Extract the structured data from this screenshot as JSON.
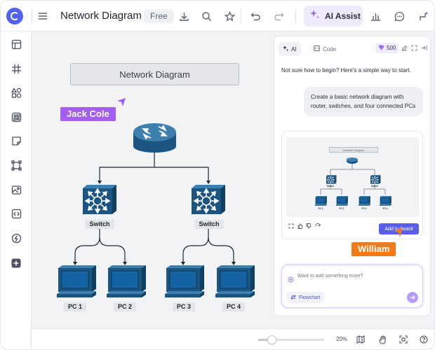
{
  "header": {
    "title": "Network Diagram",
    "plan_badge": "Free",
    "ai_assist_label": "AI Assist"
  },
  "canvas": {
    "diagram_title": "Network Diagram",
    "cursors": [
      {
        "name": "Jack Cole",
        "color": "#a35df0"
      },
      {
        "name": "William",
        "color": "#f27b1a"
      }
    ],
    "nodes": {
      "switch_left": "Switch",
      "switch_right": "Switch",
      "pcs": [
        "PC 1",
        "PC 2",
        "PC 3",
        "PC 4"
      ]
    }
  },
  "ai_panel": {
    "tabs": [
      {
        "label": "AI"
      },
      {
        "label": "Code"
      }
    ],
    "credits": "500",
    "intro": "Not sure how to begin? Here's a simple way to start.",
    "user_prompt": "Create a basic network diagram with router, switches, and four connected PCs",
    "preview": {
      "title": "Network Diagram",
      "switch_label": "Switch",
      "pc_labels": [
        "PC 1",
        "PC 2",
        "PC 3",
        "PC 4"
      ]
    },
    "add_to_board_label": "Add to board",
    "input_placeholder": "Want to add something more?",
    "chip_label": "Flowchart"
  },
  "footer": {
    "zoom_percent": "20%",
    "zoom_level": 0.2
  },
  "colors": {
    "accent": "#5a5ef0",
    "device_blue": "#1c5b8a",
    "ai_tint": "#f0eafe"
  },
  "icons": {
    "sidebar": [
      "template-icon",
      "frame-grid-icon",
      "shapes-icon",
      "components-icon",
      "sticky-note-icon",
      "image-frame-icon",
      "photo-icon",
      "code-block-icon",
      "plugin-icon",
      "add-icon"
    ],
    "topbar": [
      "menu-icon",
      "download-icon",
      "search-icon",
      "star-icon",
      "undo-icon",
      "redo-icon",
      "sparkle-icon",
      "chart-icon",
      "chat-icon",
      "connector-icon"
    ]
  }
}
